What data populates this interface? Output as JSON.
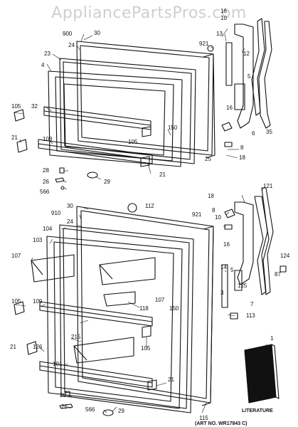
{
  "watermark": "AppliancePartsPros.com",
  "art_number": "(ART NO. WR17843 C)",
  "literature_label": "LITERATURE",
  "callouts": {
    "c16a": "16",
    "c10a": "10",
    "c900": "900",
    "c30a": "30",
    "c921a": "921",
    "c13": "13",
    "c12": "12",
    "c24a": "24",
    "c23": "23",
    "c4": "4",
    "c5a": "5",
    "c105a": "105",
    "c32": "32",
    "c16b": "16",
    "c150a": "150",
    "c105b": "105",
    "c6": "6",
    "c35": "35",
    "c21a": "21",
    "c108": "108",
    "c25": "25",
    "c8a": "8",
    "c18a": "18",
    "c28a": "28",
    "c26a": "26",
    "c566a": "566",
    "c29a": "29",
    "c21b": "21",
    "c30b": "30",
    "c112": "112",
    "c18b": "18",
    "c121": "121",
    "c910": "910",
    "c8b": "8",
    "c921b": "921",
    "c10b": "10",
    "c24b": "24",
    "c104": "104",
    "c103": "103",
    "c107a": "107",
    "c16c": "16",
    "c124": "124",
    "c14": "14",
    "c5b": "5",
    "c87": "87",
    "c125": "125",
    "c107b": "107",
    "c105c": "105",
    "c109": "109",
    "c118": "118",
    "c3": "3",
    "c7": "7",
    "c113": "113",
    "c215": "215",
    "c150b": "150",
    "c105d": "105",
    "c21c": "21",
    "c126": "126",
    "c101": "101",
    "c1": "1",
    "c21d": "21",
    "c28b": "28",
    "c26b": "26",
    "c566b": "566",
    "c29b": "29",
    "c115": "115"
  }
}
